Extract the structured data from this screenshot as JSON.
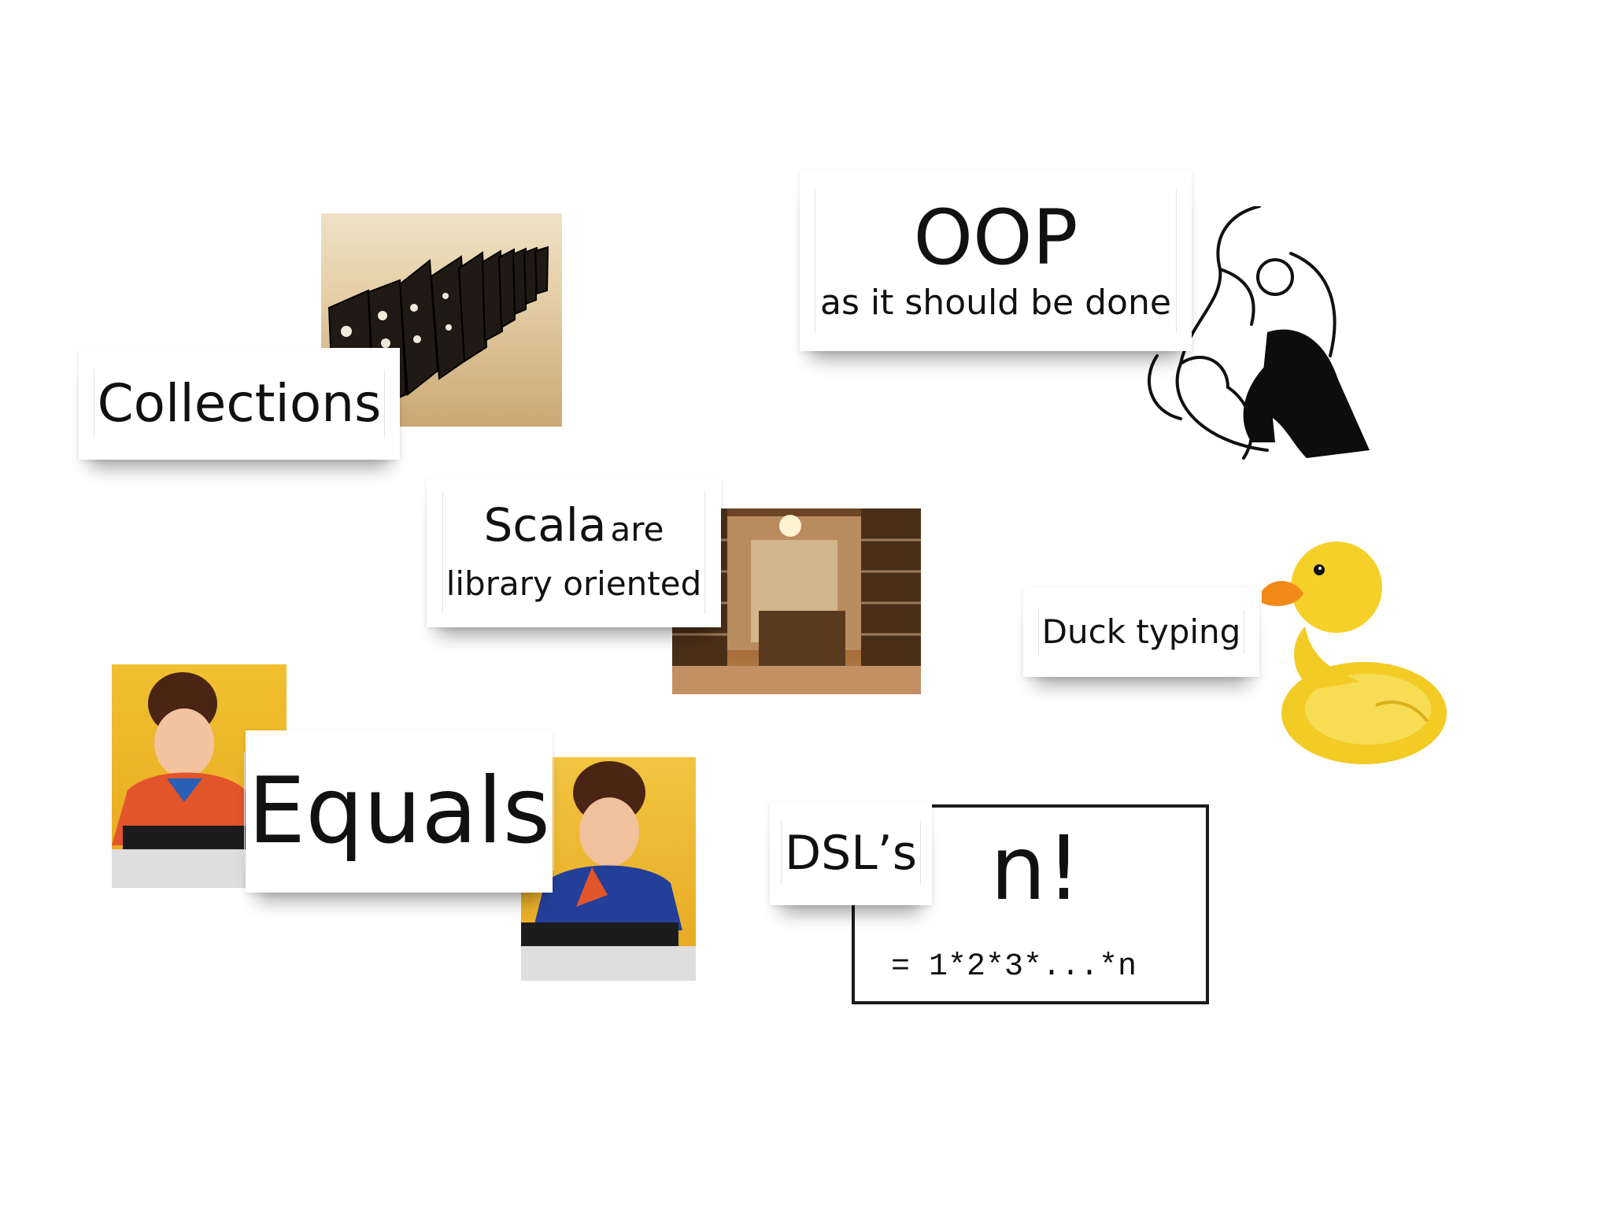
{
  "collections_label": "Collections",
  "oop": {
    "title": "OOP",
    "subtitle": "as it should be done"
  },
  "scala": {
    "word": "Scala",
    "are": "are",
    "line2": "library oriented"
  },
  "duck_label": "Duck typing",
  "equals_label": "Equals",
  "dsl_label": "DSL’s",
  "factorial": {
    "big": "n!",
    "formula": "= 1*2*3*...*n"
  },
  "icons": [
    "dominoes-image",
    "aikido-drawing",
    "library-image",
    "rubber-duck-image",
    "equals-person-image"
  ]
}
